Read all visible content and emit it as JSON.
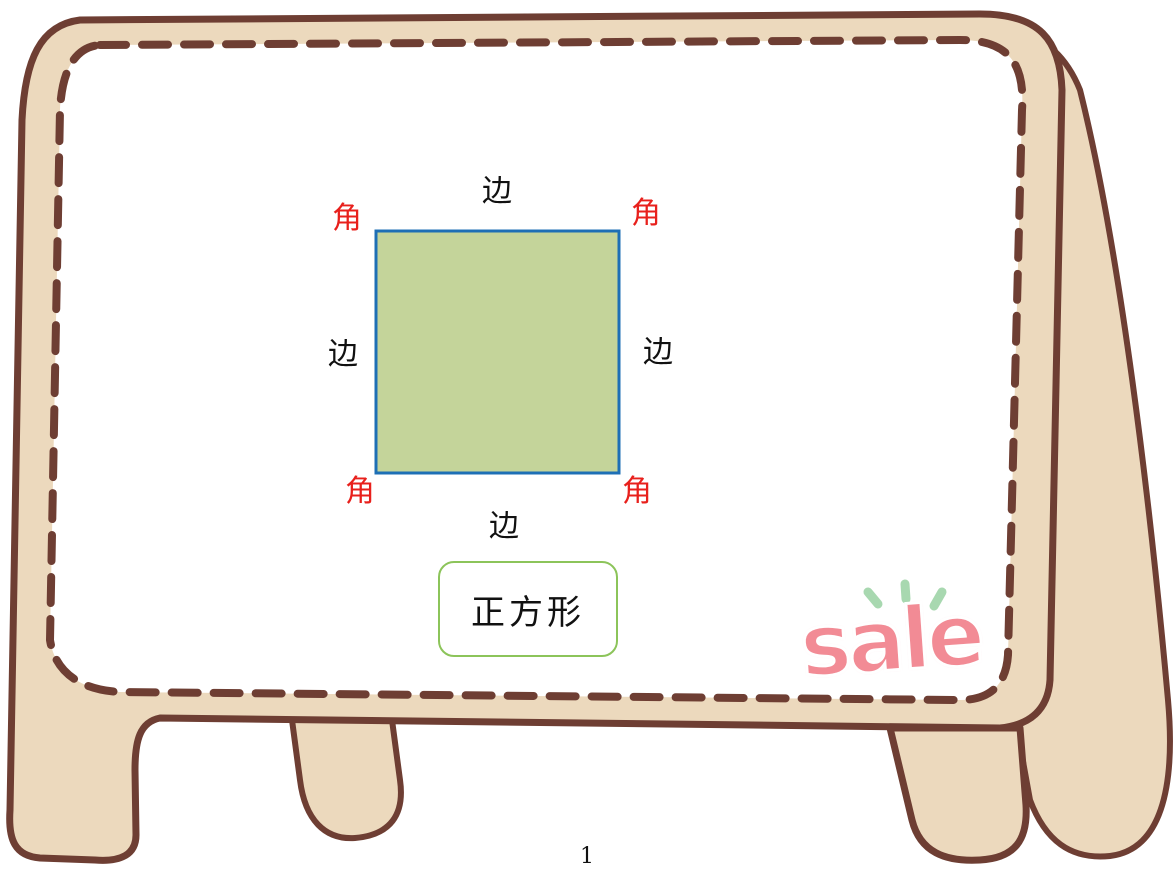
{
  "diagram": {
    "shape_fill": "#c4d49a",
    "shape_stroke": "#1e6fb5",
    "side_label_color": "#111111",
    "corner_label_color": "#e8201c",
    "side_labels": {
      "top": "边",
      "left": "边",
      "right": "边",
      "bottom": "边"
    },
    "corner_labels": {
      "top_left": "角",
      "top_right": "角",
      "bottom_left": "角",
      "bottom_right": "角"
    },
    "shape_name": "正方形"
  },
  "decoration": {
    "board_fill": "#ecd9bd",
    "board_outline": "#6e3e33",
    "sale_sticker": "sale",
    "sale_color": "#f28b95",
    "sparkle_color": "#a8d8b0"
  },
  "page_number": "1"
}
